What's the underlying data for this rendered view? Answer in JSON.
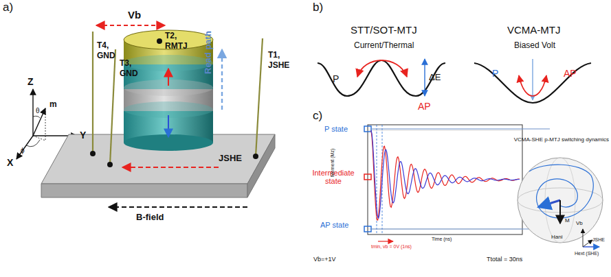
{
  "diagram": {
    "labels": [
      "a)",
      "Vb",
      "T4,",
      "GND",
      "T3,",
      "GND",
      "T2,",
      "RMTJ",
      "T1,",
      "JSHE",
      "Read path",
      "JSHE",
      "B-field",
      "Z",
      "Y",
      "X",
      "m",
      "θ",
      "ϕ",
      "b)",
      "STT/SOT-MTJ",
      "VCMA-MTJ",
      "Current/Thermal",
      "Biased Volt",
      "ΔE",
      "P",
      "AP",
      "P",
      "AP",
      "c)",
      "P state",
      "Intermediate state",
      "AP state",
      "Vb=+1V",
      "Ttotal = 30ns",
      "Time (ns)",
      "Moment (Mz)",
      "tmin, vb = 0V (1ns)",
      "VCMA-SHE p-MTJ switching dynamics",
      "Vb",
      "JSHE",
      "Hext (SHE)",
      "Hani",
      "M"
    ]
  }
}
